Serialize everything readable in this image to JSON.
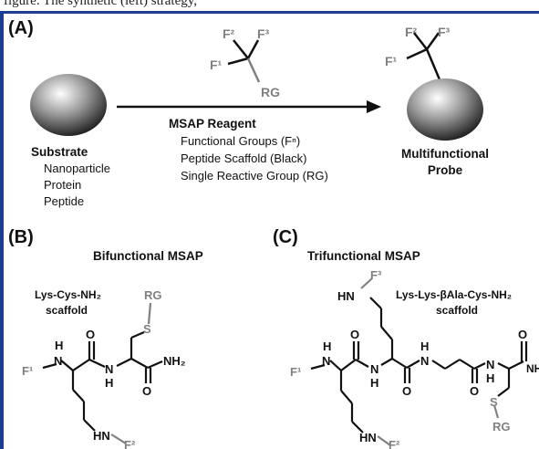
{
  "header_text": "figure. The synthetic (left) strategy,",
  "panel_a": {
    "label": "(A)",
    "reagent_title": "MSAP Reagent",
    "reagent_items": [
      "Functional Groups (Fⁿ)",
      "Peptide Scaffold (Black)",
      "Single Reactive Group (RG)"
    ],
    "substrate_title": "Substrate",
    "substrate_items": [
      "Nanoparticle",
      "Protein",
      "Peptide"
    ],
    "product_title_line1": "Multifunctional",
    "product_title_line2": "Probe",
    "f1": "F¹",
    "f2": "F²",
    "f3": "F³",
    "rg": "RG"
  },
  "panel_b": {
    "label": "(B)",
    "title": "Bifunctional MSAP",
    "scaffold_line1": "Lys-Cys-NH₂",
    "scaffold_line2": "scaffold"
  },
  "panel_c": {
    "label": "(C)",
    "title": "Trifunctional MSAP",
    "scaffold_line1": "Lys-Lys-βAla-Cys-NH₂",
    "scaffold_line2": "scaffold"
  },
  "atoms": {
    "H": "H",
    "N": "N",
    "O": "O",
    "S": "S",
    "NH2": "NH₂",
    "HN": "HN",
    "F1": "F¹",
    "F2": "F²",
    "F3": "F³",
    "RG": "RG"
  },
  "colors": {
    "frame": "#1c3f94",
    "gray": "#808080",
    "black": "#111111"
  }
}
